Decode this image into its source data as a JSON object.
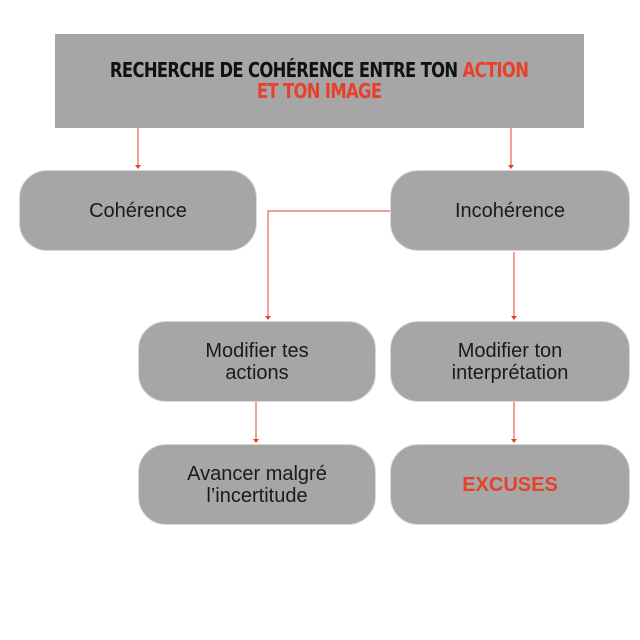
{
  "header": {
    "line1_text": "RECHERCHE DE COHÉRENCE ENTRE TON ",
    "line1_highlight": "ACTION",
    "line2_highlight": "ET TON IMAGE"
  },
  "nodes": {
    "coherence": "Cohérence",
    "incoherence": "Incohérence",
    "modifier_actions_1": "Modifier tes",
    "modifier_actions_2": "actions",
    "modifier_interpretation_1": "Modifier ton",
    "modifier_interpretation_2": "interprétation",
    "avancer_1": "Avancer malgré",
    "avancer_2": "l’incertitude",
    "excuses": "EXCUSES"
  },
  "colors": {
    "box_fill": "#a6a6a6",
    "accent": "#e8412b",
    "connector": "#e8412b"
  }
}
